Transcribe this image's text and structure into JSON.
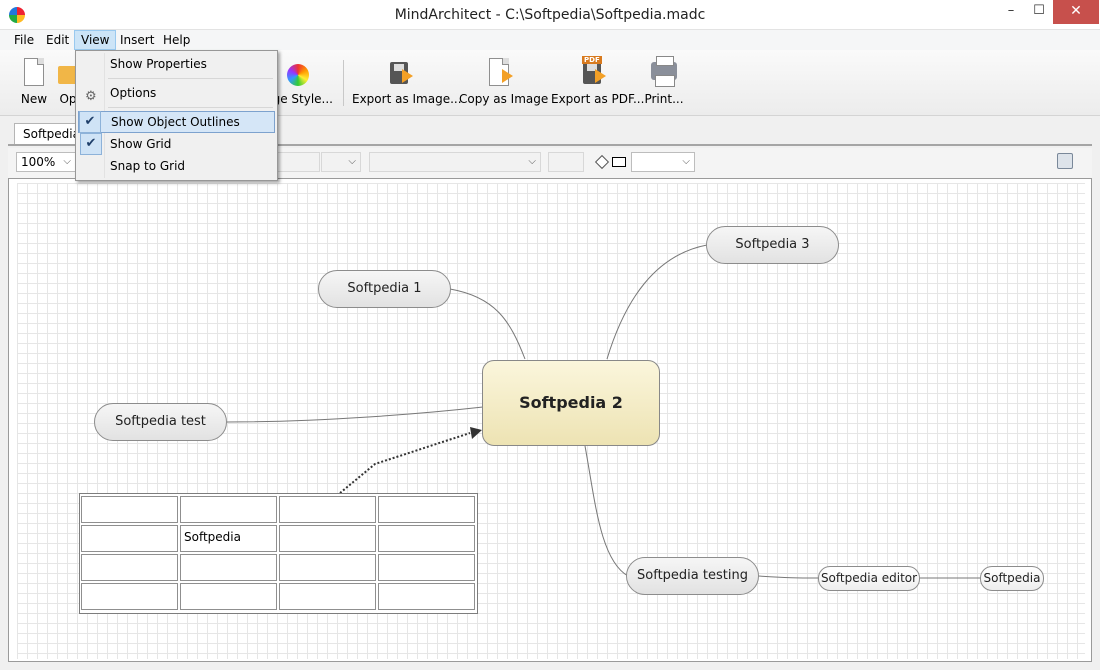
{
  "window": {
    "title": "MindArchitect - C:\\Softpedia\\Softpedia.madc",
    "minimize": "–",
    "maximize": "☐",
    "close": "✕"
  },
  "menu": {
    "file": "File",
    "edit": "Edit",
    "view": "View",
    "insert": "Insert",
    "help": "Help"
  },
  "toolbar": {
    "new": "New",
    "open": "Op",
    "change_style": "nge Style...",
    "export_image": "Export as Image...",
    "copy_image": "Copy as Image",
    "export_pdf": "Export as PDF...",
    "print": "Print...",
    "pdf_tag": "PDF"
  },
  "tab": {
    "name": "Softpedia"
  },
  "formatbar": {
    "zoom": "100%"
  },
  "view_menu": {
    "show_properties": "Show Properties",
    "options": "Options",
    "show_object_outlines": "Show Object Outlines",
    "show_grid": "Show Grid",
    "snap_to_grid": "Snap to Grid",
    "check": "✔",
    "gear": "⚙"
  },
  "nodes": {
    "root": "Softpedia 2",
    "n1": "Softpedia 1",
    "n3": "Softpedia 3",
    "test": "Softpedia test",
    "testing": "Softpedia testing",
    "editor": "Softpedia editor",
    "leaf": "Softpedia"
  },
  "table": {
    "cell_text": "Softpedia"
  },
  "colors": {
    "accent": "#cce4f7",
    "root_fill": "#f5edc6",
    "close_button": "#c7504c"
  }
}
